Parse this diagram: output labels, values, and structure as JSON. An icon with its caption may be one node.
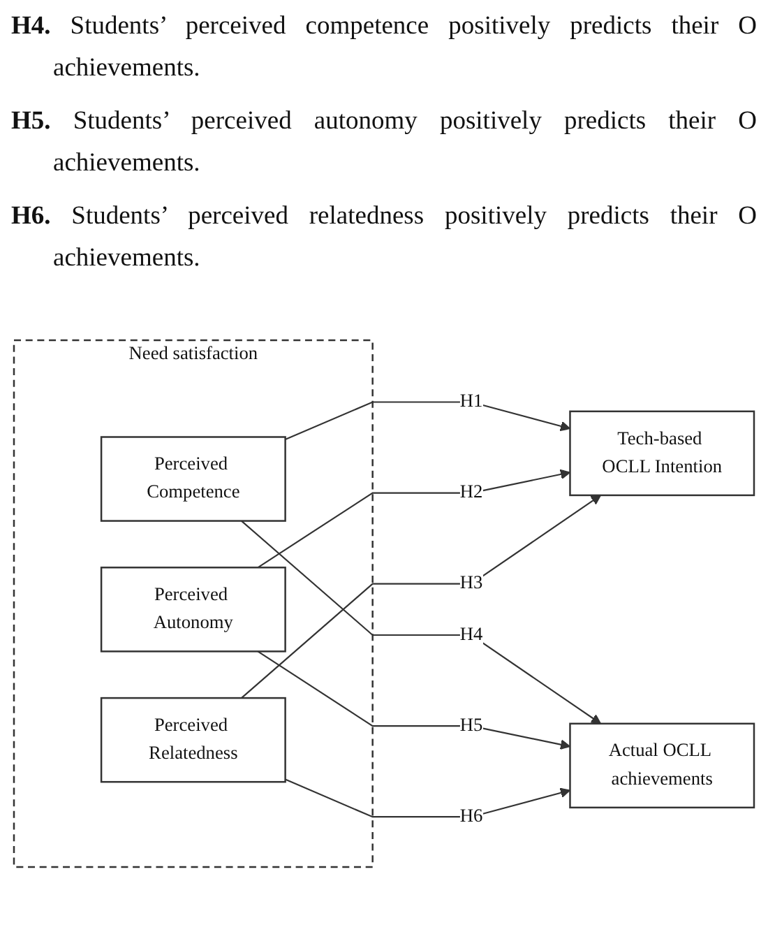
{
  "diagram": {
    "nodes": [
      {
        "text": [
          "Need satisfaction"
        ]
      },
      {
        "text": [
          "Perceived Competence"
        ],
        "in": 0
      },
      {
        "text": [
          "Perceived Autonomy"
        ],
        "in": 0
      },
      {
        "text": [
          "Perceived Relatedness"
        ],
        "in": 0
      },
      {
        "text": [
          "Tech-based OCLL Intention"
        ]
      },
      {
        "text": [
          "Actual OCLL achievements"
        ]
      }
    ],
    "edges": [
      {
        "from": 1,
        "to": 4,
        "arrow": "to",
        "label": "H1"
      },
      {
        "from": 1,
        "to": 5,
        "arrow": "to",
        "label": "H4"
      },
      {
        "from": 2,
        "to": 4,
        "arrow": "to",
        "label": "H2"
      },
      {
        "from": 2,
        "to": 5,
        "arrow": "to",
        "label": "H5"
      },
      {
        "from": 3,
        "to": 4,
        "arrow": "to",
        "label": "H3"
      },
      {
        "from": 3,
        "to": 5,
        "arrow": "to",
        "label": "H6"
      }
    ],
    "labels": [
      "**H4.** Students’ perceived competence positively predicts their O achievements.",
      "**H5.** Students’ perceived autonomy positively predicts their O achievements.",
      "**H6.** Students’ perceived relatedness positively predicts their O achievements."
    ]
  }
}
